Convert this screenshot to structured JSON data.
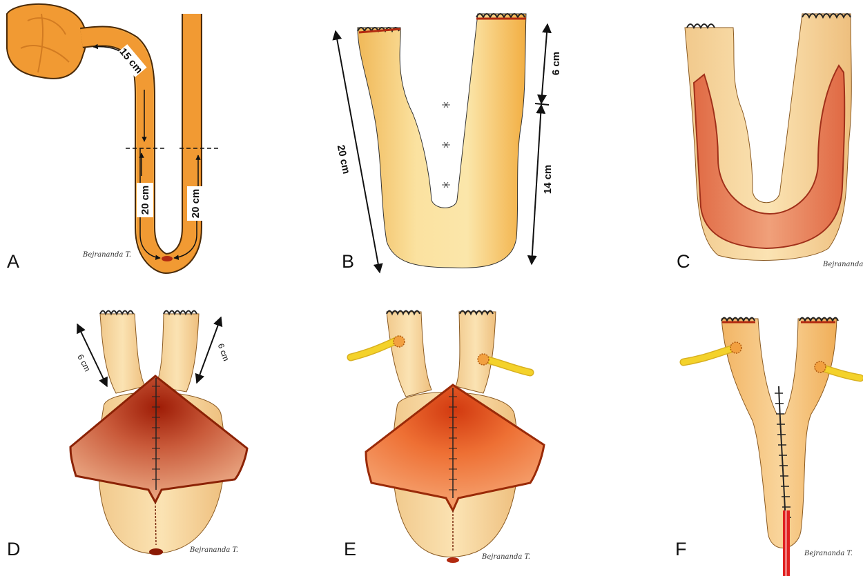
{
  "panels": {
    "a": {
      "letter": "A",
      "top_length": "15 cm",
      "left_length": "20 cm",
      "right_length": "20 cm",
      "signature": "Bejrananda T."
    },
    "b": {
      "letter": "B",
      "total_length": "20 cm",
      "upper_length": "6 cm",
      "lower_length": "14 cm"
    },
    "c": {
      "letter": "C",
      "signature": "Bejrananda T."
    },
    "d": {
      "letter": "D",
      "left_length": "6 cm",
      "right_length": "6 cm",
      "signature": "Bejrananda T."
    },
    "e": {
      "letter": "E",
      "signature": "Bejrananda T."
    },
    "f": {
      "letter": "F",
      "signature": "Bejrananda T."
    }
  },
  "colors": {
    "bowel": "#f0a030",
    "bowel_outline": "#8a5410",
    "pale_tissue": "#f8d99b",
    "pouch_inner": "#e57a4c",
    "flap_dark": "#b23413",
    "ureter": "#f4d22a",
    "catheter": "#e02020",
    "suture": "#222222"
  }
}
